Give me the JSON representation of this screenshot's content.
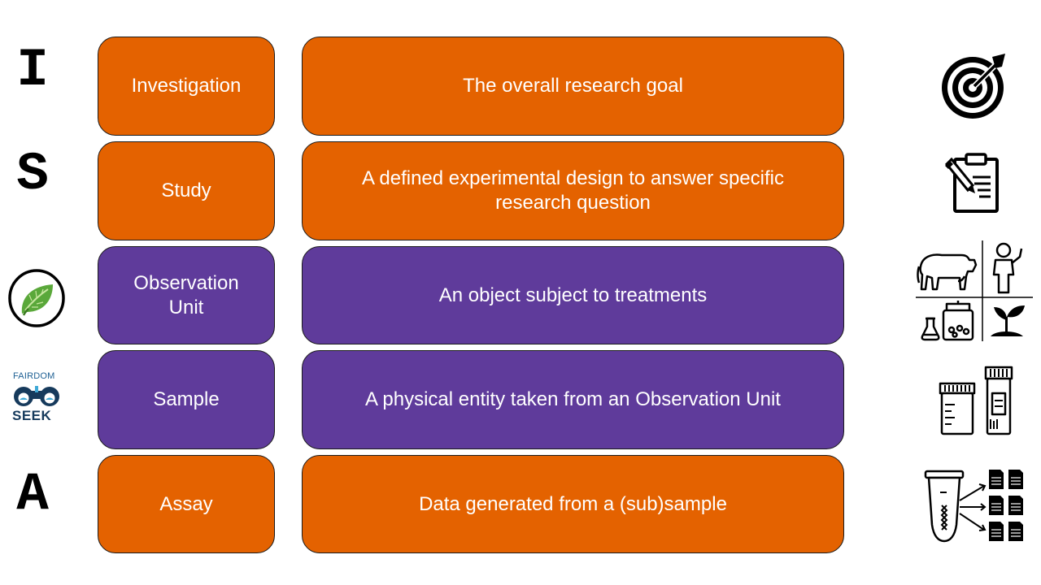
{
  "rows": [
    {
      "letter": "I",
      "label": "Investigation",
      "description": "The overall research goal",
      "color": "#e46200",
      "icon": "target-icon"
    },
    {
      "letter": "S",
      "label": "Study",
      "description": "A defined experimental design to answer specific research question",
      "color": "#e46200",
      "icon": "clipboard-pencil-icon"
    },
    {
      "letter": "",
      "label": "Observation Unit",
      "description": "An object subject to treatments",
      "color": "#5f3b9b",
      "icon": "organism-grid-icon"
    },
    {
      "letter": "",
      "label": "Sample",
      "description": "A physical entity taken from an Observation Unit",
      "color": "#5f3b9b",
      "icon": "sample-containers-icon"
    },
    {
      "letter": "A",
      "label": "Assay",
      "description": "Data generated from a (sub)sample",
      "color": "#e46200",
      "icon": "tube-data-icon"
    }
  ],
  "logos": {
    "miappe": "leaf-circle-logo",
    "fairdom": {
      "top_text": "FAIRDOM",
      "bottom_text": "SEEK"
    }
  },
  "colors": {
    "orange": "#e46200",
    "purple": "#5f3b9b",
    "border": "#1a1a1a"
  }
}
